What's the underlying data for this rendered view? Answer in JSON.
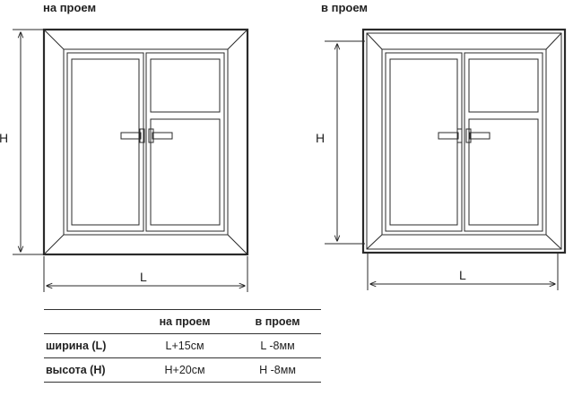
{
  "captions": {
    "left": "на проем",
    "right": "в проем"
  },
  "dimensions": {
    "height_label": "H",
    "width_label": "L"
  },
  "table": {
    "headers": [
      "",
      "на проем",
      "в проем"
    ],
    "rows": [
      {
        "label": "ширина (L)",
        "on_opening": "L+15см",
        "in_opening": "L -8мм"
      },
      {
        "label": "высота (H)",
        "on_opening": "H+20см",
        "in_opening": "H -8мм"
      }
    ]
  },
  "colors": {
    "line": "#2a2a2a",
    "background": "#ffffff"
  }
}
